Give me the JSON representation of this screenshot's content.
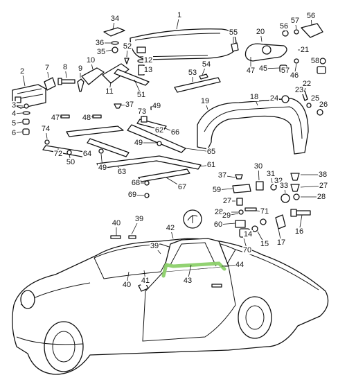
{
  "diagram": {
    "part_numbers": [
      "1",
      "2",
      "3",
      "4",
      "5",
      "6",
      "7",
      "8",
      "9",
      "10",
      "11",
      "12",
      "13",
      "14",
      "15",
      "16",
      "17",
      "18",
      "19",
      "20",
      "21",
      "22",
      "23",
      "24",
      "25",
      "26",
      "27",
      "28",
      "29",
      "30",
      "31",
      "32",
      "33",
      "34",
      "35",
      "36",
      "37",
      "38",
      "39",
      "40",
      "41",
      "42",
      "43",
      "44",
      "45",
      "46",
      "47",
      "48",
      "49",
      "50",
      "51",
      "52",
      "53",
      "54",
      "55",
      "56",
      "57",
      "58",
      "59",
      "60",
      "61",
      "62",
      "63",
      "64",
      "65",
      "66",
      "67",
      "68",
      "69",
      "70",
      "71",
      "72",
      "73",
      "74"
    ],
    "callout_labels": [
      "1",
      "2",
      "3",
      "4",
      "5",
      "6",
      "7",
      "8",
      "9",
      "10",
      "11",
      "12",
      "13",
      "14",
      "15",
      "16",
      "17",
      "18",
      "19",
      "20",
      "21",
      "22",
      "23",
      "24",
      "25",
      "26",
      "27",
      "27",
      "28",
      "28",
      "29",
      "30",
      "31",
      "32",
      "33",
      "34",
      "35",
      "36",
      "37",
      "37",
      "38",
      "39",
      "39",
      "40",
      "40",
      "41",
      "42",
      "43",
      "44",
      "45",
      "46",
      "47",
      "47",
      "48",
      "49",
      "49",
      "49",
      "50",
      "51",
      "52",
      "53",
      "54",
      "55",
      "56",
      "56",
      "57",
      "57",
      "58",
      "59",
      "60",
      "61",
      "62",
      "63",
      "64",
      "65",
      "66",
      "67",
      "68",
      "69",
      "70",
      "71",
      "72",
      "73",
      "74"
    ],
    "highlight_color": "#8cd06a"
  }
}
